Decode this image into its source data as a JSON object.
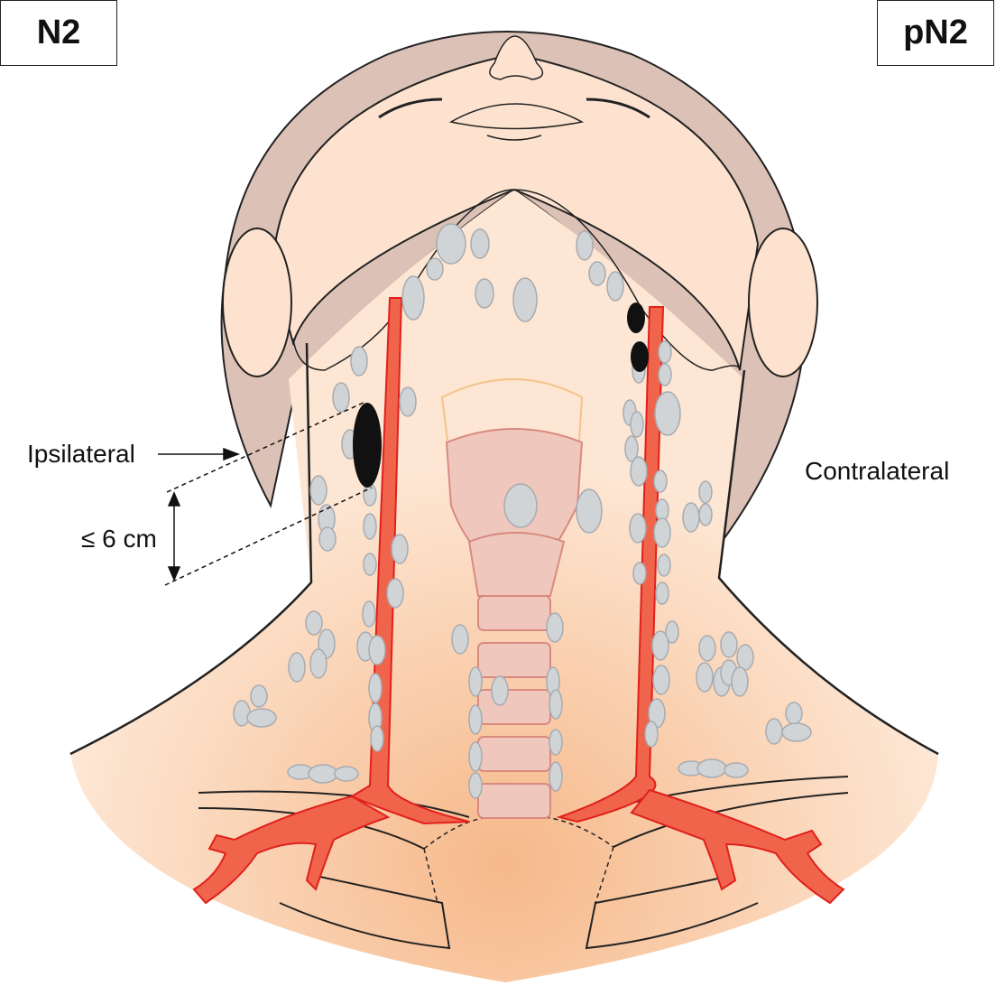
{
  "labels": {
    "stage_left": "N2",
    "stage_right": "pN2",
    "ipsilateral": "Ipsilateral",
    "contralateral": "Contralateral",
    "size_limit": "≤ 6 cm"
  },
  "colors": {
    "skin": "#fde6d3",
    "hair": "#dcc1b6",
    "artery": "#f1644c",
    "artery_outline": "#e0201c",
    "node": "#d1d4d7",
    "node_outline": "#a7abb0",
    "metastatic_node": "#111111",
    "trachea": "#efc7bd",
    "trachea_outline": "#d98a80"
  }
}
